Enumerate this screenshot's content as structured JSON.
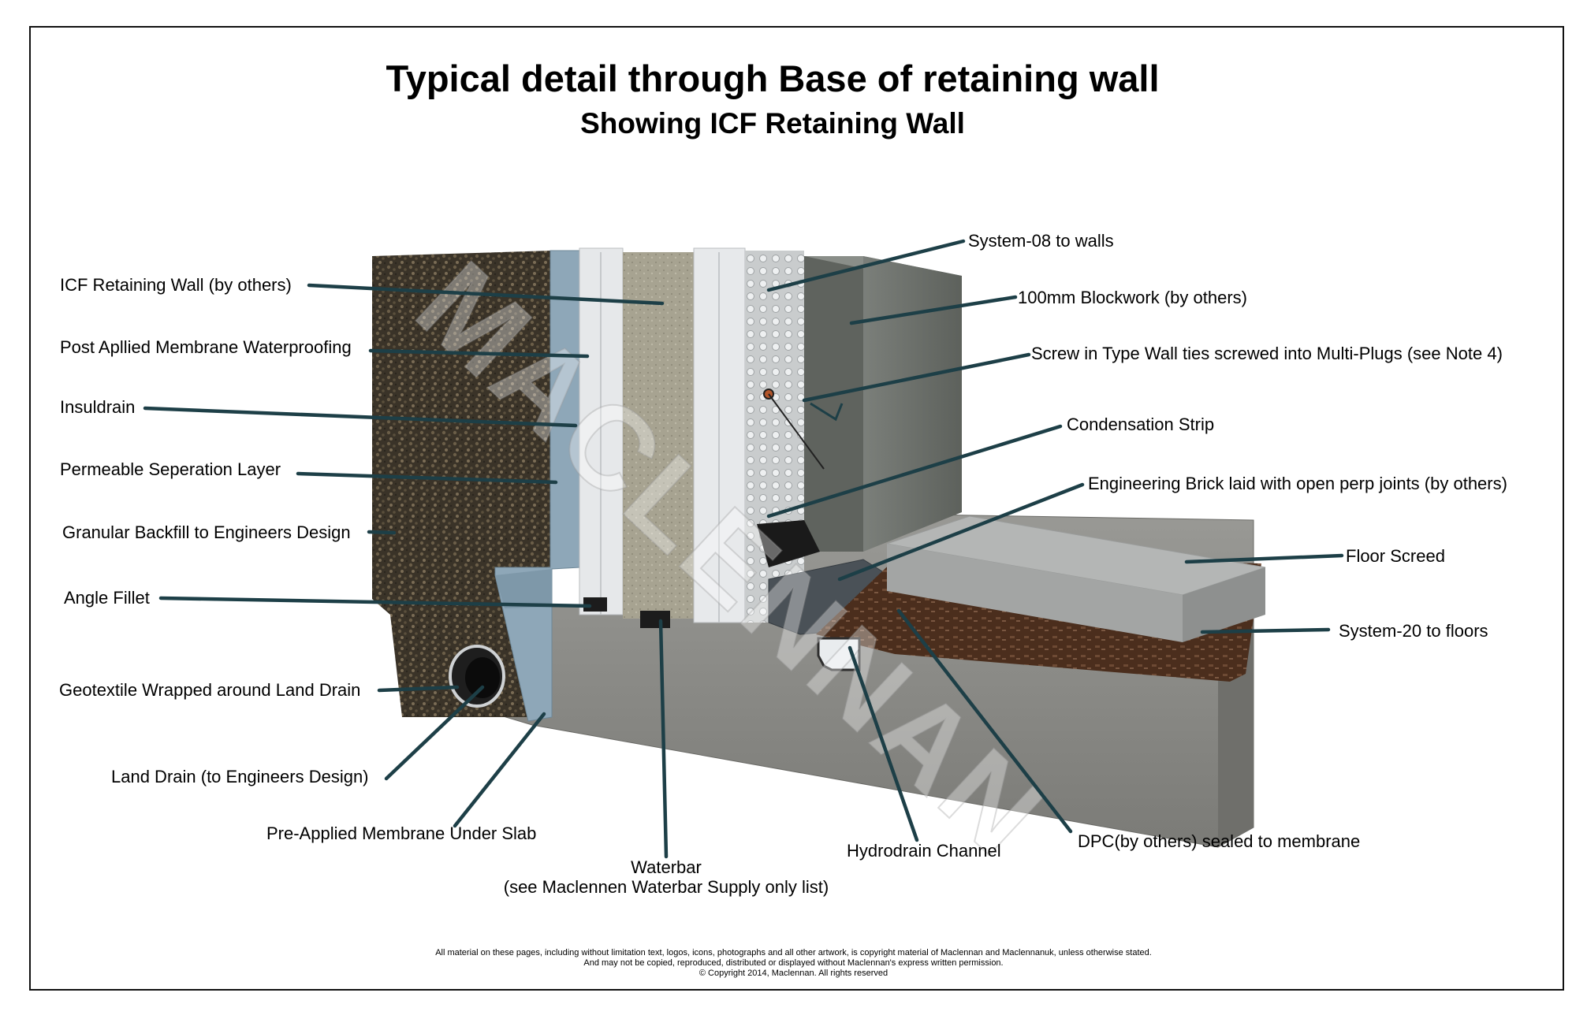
{
  "title": "Typical detail through Base of retaining wall",
  "subtitle": "Showing ICF Retaining Wall",
  "watermark": "MACLENNAN",
  "colors": {
    "leader": "#1d3f47",
    "backfill": "#3a3328",
    "membrane": "#8ea7b8",
    "concrete": "#8a8a86",
    "blockwork": "#6d716c",
    "screed": "#a9abaa",
    "membrane_floor": "#4b2e1d"
  },
  "labels": {
    "icf_wall": "ICF Retaining Wall (by others)",
    "post_applied": "Post Apllied Membrane Waterproofing",
    "insuldrain": "Insuldrain",
    "permeable": "Permeable Seperation Layer",
    "backfill": "Granular Backfill to Engineers Design",
    "angle_fillet": "Angle Fillet",
    "geotextile": "Geotextile Wrapped around Land Drain",
    "land_drain": "Land Drain (to Engineers Design)",
    "pre_applied": "Pre-Applied Membrane Under Slab",
    "waterbar_1": "Waterbar",
    "waterbar_2": "(see Maclennen Waterbar Supply only list)",
    "hydrodrain": "Hydrodrain Channel",
    "dpc": "DPC(by others) sealed to membrane",
    "system08": "System-08 to walls",
    "blockwork": "100mm Blockwork (by others)",
    "wall_ties": "Screw in Type  Wall ties screwed into Multi-Plugs (see Note 4)",
    "condensation": "Condensation Strip",
    "eng_brick": "Engineering Brick laid with open perp joints (by others)",
    "floor_screed": "Floor Screed",
    "system20": "System-20 to floors"
  },
  "footer": {
    "line1": "All material on these pages, including without limitation text, logos, icons, photographs and all other artwork, is copyright material of Maclennan and Maclennanuk, unless otherwise stated.",
    "line2": "And may not be copied, reproduced, distributed or displayed without Maclennan's express written permission.",
    "line3": "© Copyright 2014, Maclennan.  All rights reserved"
  }
}
